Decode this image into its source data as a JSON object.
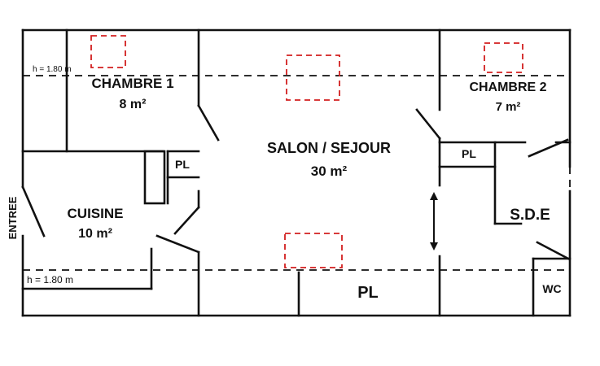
{
  "rooms": {
    "chambre1": {
      "name": "CHAMBRE 1",
      "area": "8 m²"
    },
    "chambre2": {
      "name": "CHAMBRE 2",
      "area": "7 m²"
    },
    "salon": {
      "name": "SALON / SEJOUR",
      "area": "30 m²"
    },
    "cuisine": {
      "name": "CUISINE",
      "area": "10 m²"
    },
    "sde": {
      "name": "S.D.E"
    },
    "wc": {
      "name": "WC"
    }
  },
  "storage": {
    "pl_chambre1": "PL",
    "pl_chambre2": "PL",
    "pl_bottom": "PL"
  },
  "annotations": {
    "height_top": "h = 1.80 m",
    "height_bottom": "h = 1.80 m",
    "entrance": "ENTREE"
  },
  "colors": {
    "walls": "#111111",
    "skylights": "#d21e1e"
  }
}
